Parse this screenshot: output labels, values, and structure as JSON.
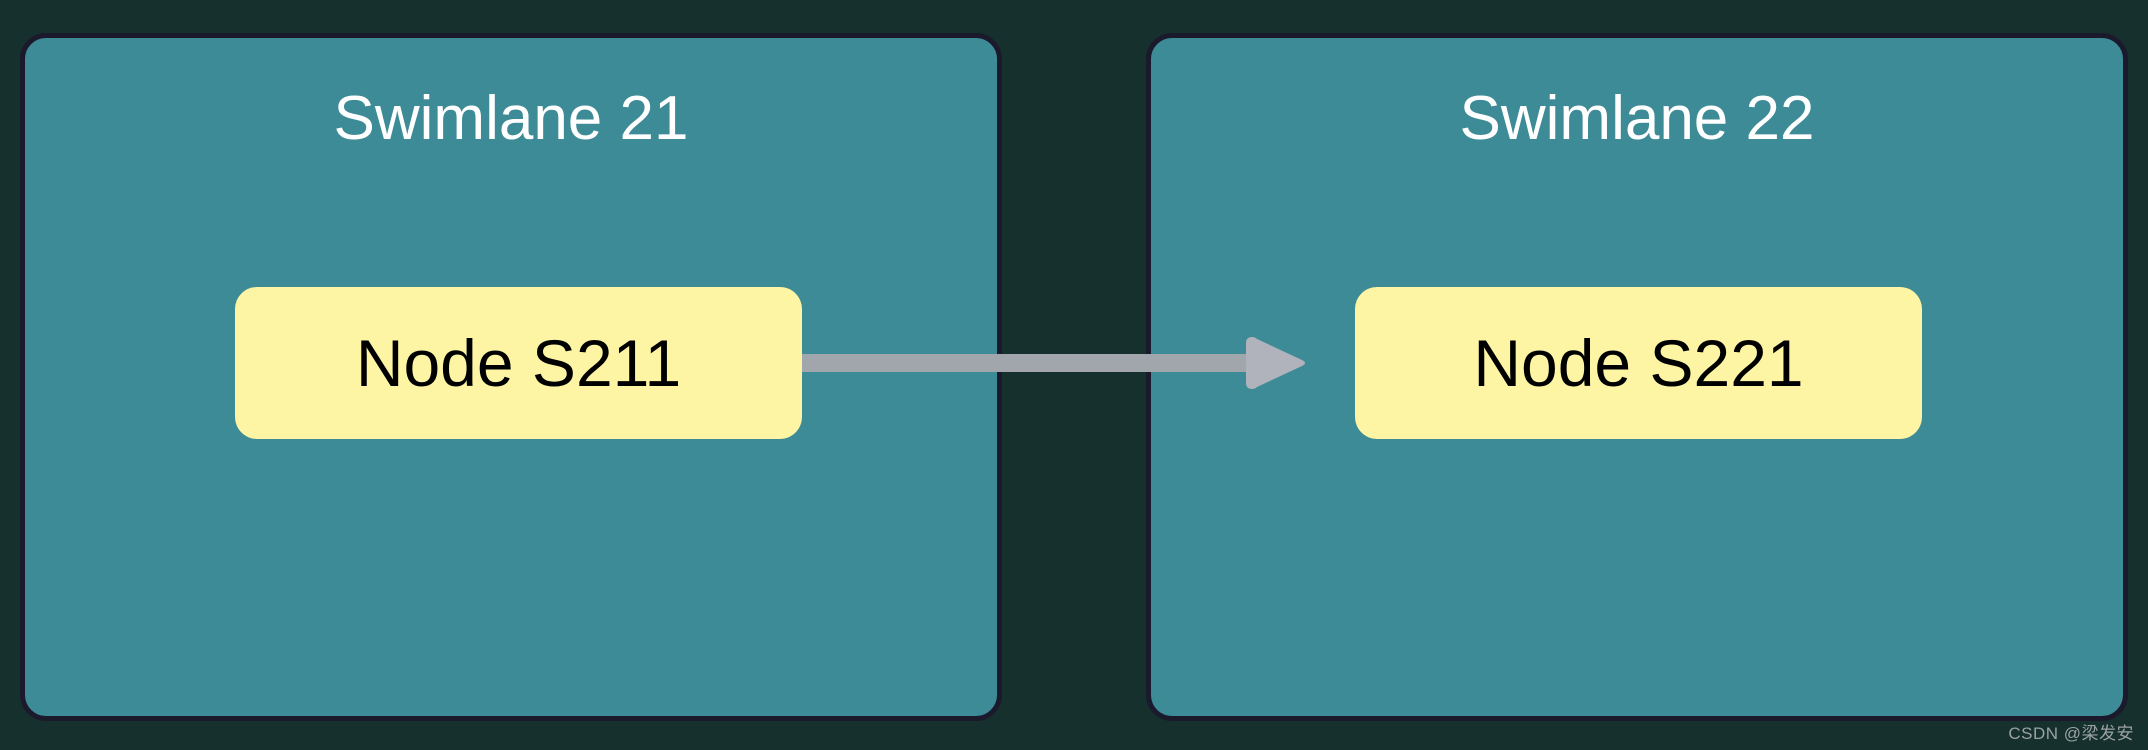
{
  "diagram": {
    "type": "swimlane-flow",
    "background_color": "#16302d",
    "swimlanes": [
      {
        "id": "swimlane-21",
        "title": "Swimlane 21",
        "fill_color": "#3d8b96",
        "border_color": "#1a1a2c",
        "title_color": "#ffffff",
        "nodes": [
          {
            "id": "node-s211",
            "label": "Node S211",
            "fill_color": "#fdf5a3",
            "text_color": "#000000"
          }
        ]
      },
      {
        "id": "swimlane-22",
        "title": "Swimlane 22",
        "fill_color": "#3d8b96",
        "border_color": "#1a1a2c",
        "title_color": "#ffffff",
        "nodes": [
          {
            "id": "node-s221",
            "label": "Node S221",
            "fill_color": "#fdf5a3",
            "text_color": "#000000"
          }
        ]
      }
    ],
    "edges": [
      {
        "id": "edge-s211-s221",
        "from": "Node S211",
        "to": "Node S221",
        "label": "",
        "color": "#a1a6ac",
        "arrowhead": "triangle-right"
      }
    ]
  },
  "watermark": {
    "text": "CSDN @梁发安",
    "color": "#9aa3a2"
  }
}
